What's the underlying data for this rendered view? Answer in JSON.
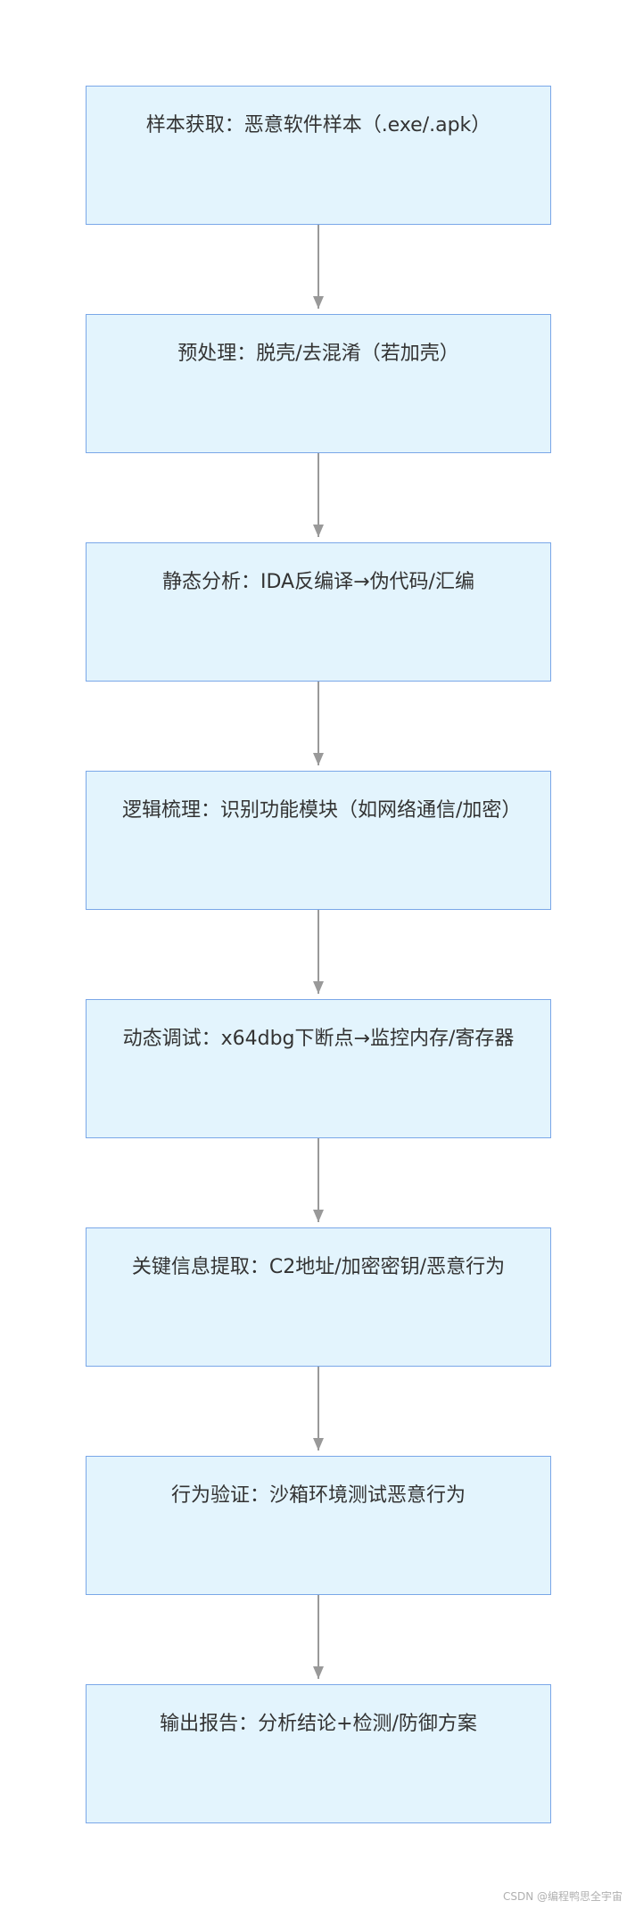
{
  "flow": {
    "steps": [
      {
        "label": "样本获取：恶意软件样本（.exe/.apk）"
      },
      {
        "label": "预处理：脱壳/去混淆（若加壳）"
      },
      {
        "label": "静态分析：IDA反编译→伪代码/汇编"
      },
      {
        "label": "逻辑梳理：识别功能模块（如网络通信/加密）"
      },
      {
        "label": "动态调试：x64dbg下断点→监控内存/寄存器"
      },
      {
        "label": "关键信息提取：C2地址/加密密钥/恶意行为"
      },
      {
        "label": "行为验证：沙箱环境测试恶意行为"
      },
      {
        "label": "输出报告：分析结论+检测/防御方案"
      }
    ]
  },
  "colors": {
    "node_fill": "#e3f4fd",
    "node_border": "#7aa7e8",
    "arrow": "#999999",
    "text": "#333333"
  },
  "watermark": "CSDN @编程鸭思全宇宙"
}
